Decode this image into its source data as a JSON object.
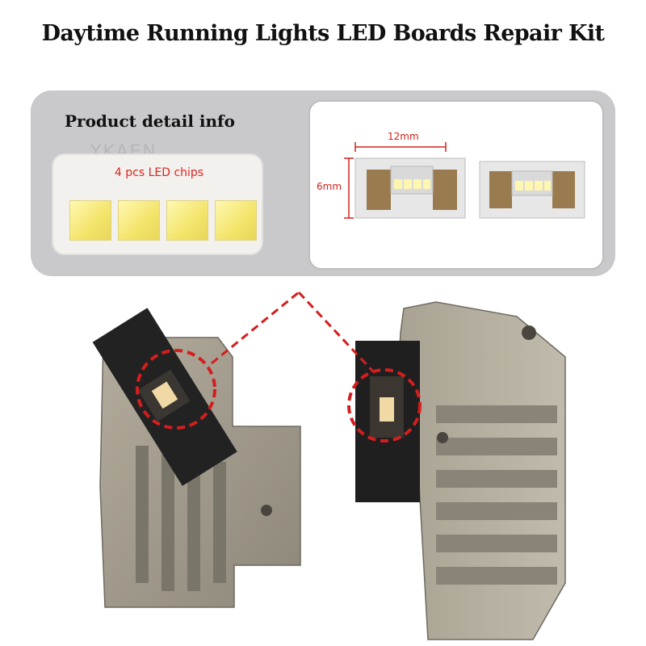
{
  "title": "Daytime Running Lights LED Boards Repair Kit",
  "detail_heading": "Product detail info",
  "chips_caption": "4 pcs LED chips",
  "dimensions": {
    "width": "12mm",
    "height": "6mm"
  },
  "watermark": "YKAEN",
  "photo_icons": {
    "left_module": "led-module-icon",
    "right_module": "heatsink-module-icon"
  },
  "colors": {
    "accent_red": "#e0241e",
    "panel_grey": "#c9c9cb",
    "chip_yellow": "#f3e46a"
  }
}
